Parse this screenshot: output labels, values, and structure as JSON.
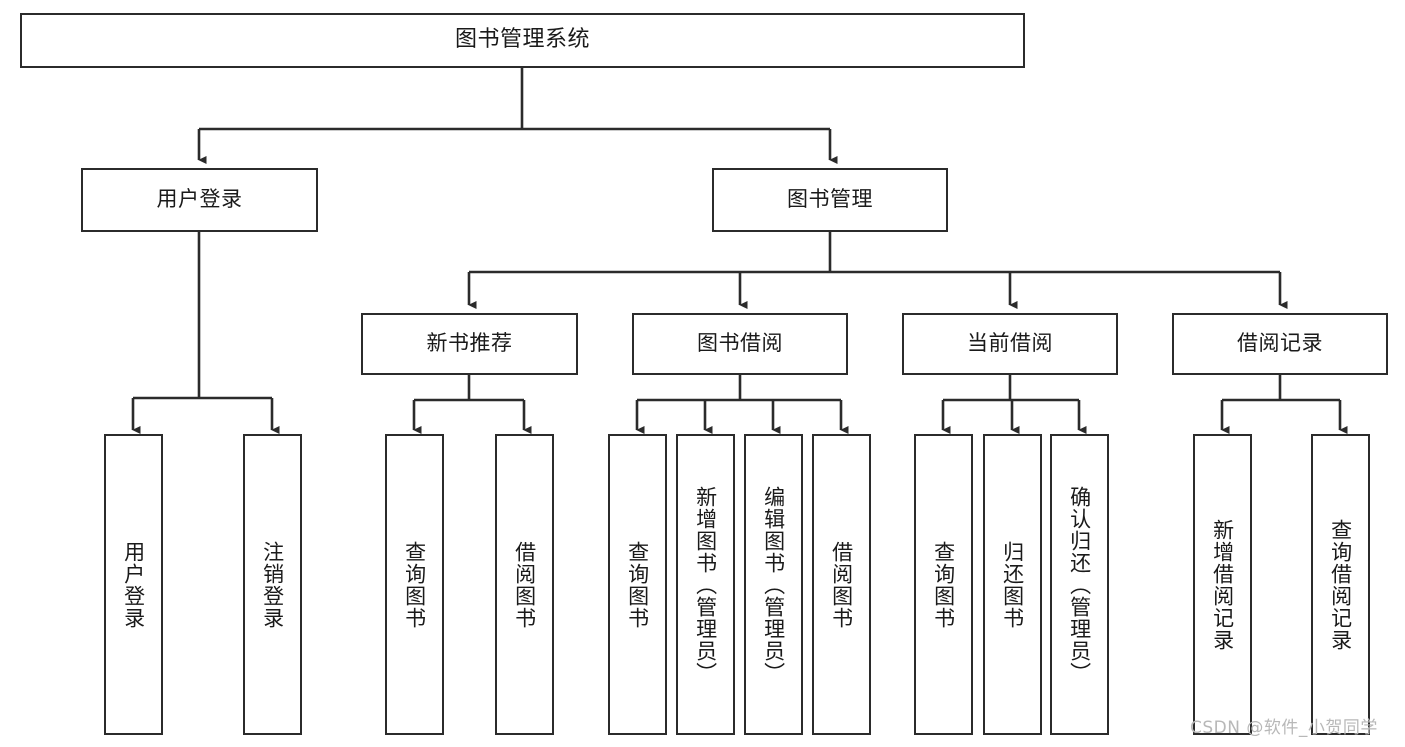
{
  "diagram": {
    "type": "hierarchy-tree",
    "title": "图书管理系统",
    "watermark": "CSDN @软件_小贺同学",
    "colors": {
      "border": "#2b2b2b",
      "background": "#ffffff",
      "text": "#1a1a1a",
      "watermark": "#b8b8b8"
    },
    "levels": {
      "root": {
        "label": "图书管理系统"
      },
      "level2": [
        {
          "label": "用户登录"
        },
        {
          "label": "图书管理"
        }
      ],
      "level3": [
        {
          "label": "新书推荐"
        },
        {
          "label": "图书借阅"
        },
        {
          "label": "当前借阅"
        },
        {
          "label": "借阅记录"
        }
      ],
      "leaves": [
        {
          "label": "用户登录"
        },
        {
          "label": "注销登录"
        },
        {
          "label": "查询图书"
        },
        {
          "label": "借阅图书"
        },
        {
          "label": "查询图书"
        },
        {
          "label": "新增图书（管理员）"
        },
        {
          "label": "编辑图书（管理员）"
        },
        {
          "label": "借阅图书"
        },
        {
          "label": "查询图书"
        },
        {
          "label": "归还图书"
        },
        {
          "label": "确认归还（管理员）"
        },
        {
          "label": "新增借阅记录"
        },
        {
          "label": "查询借阅记录"
        }
      ]
    }
  }
}
